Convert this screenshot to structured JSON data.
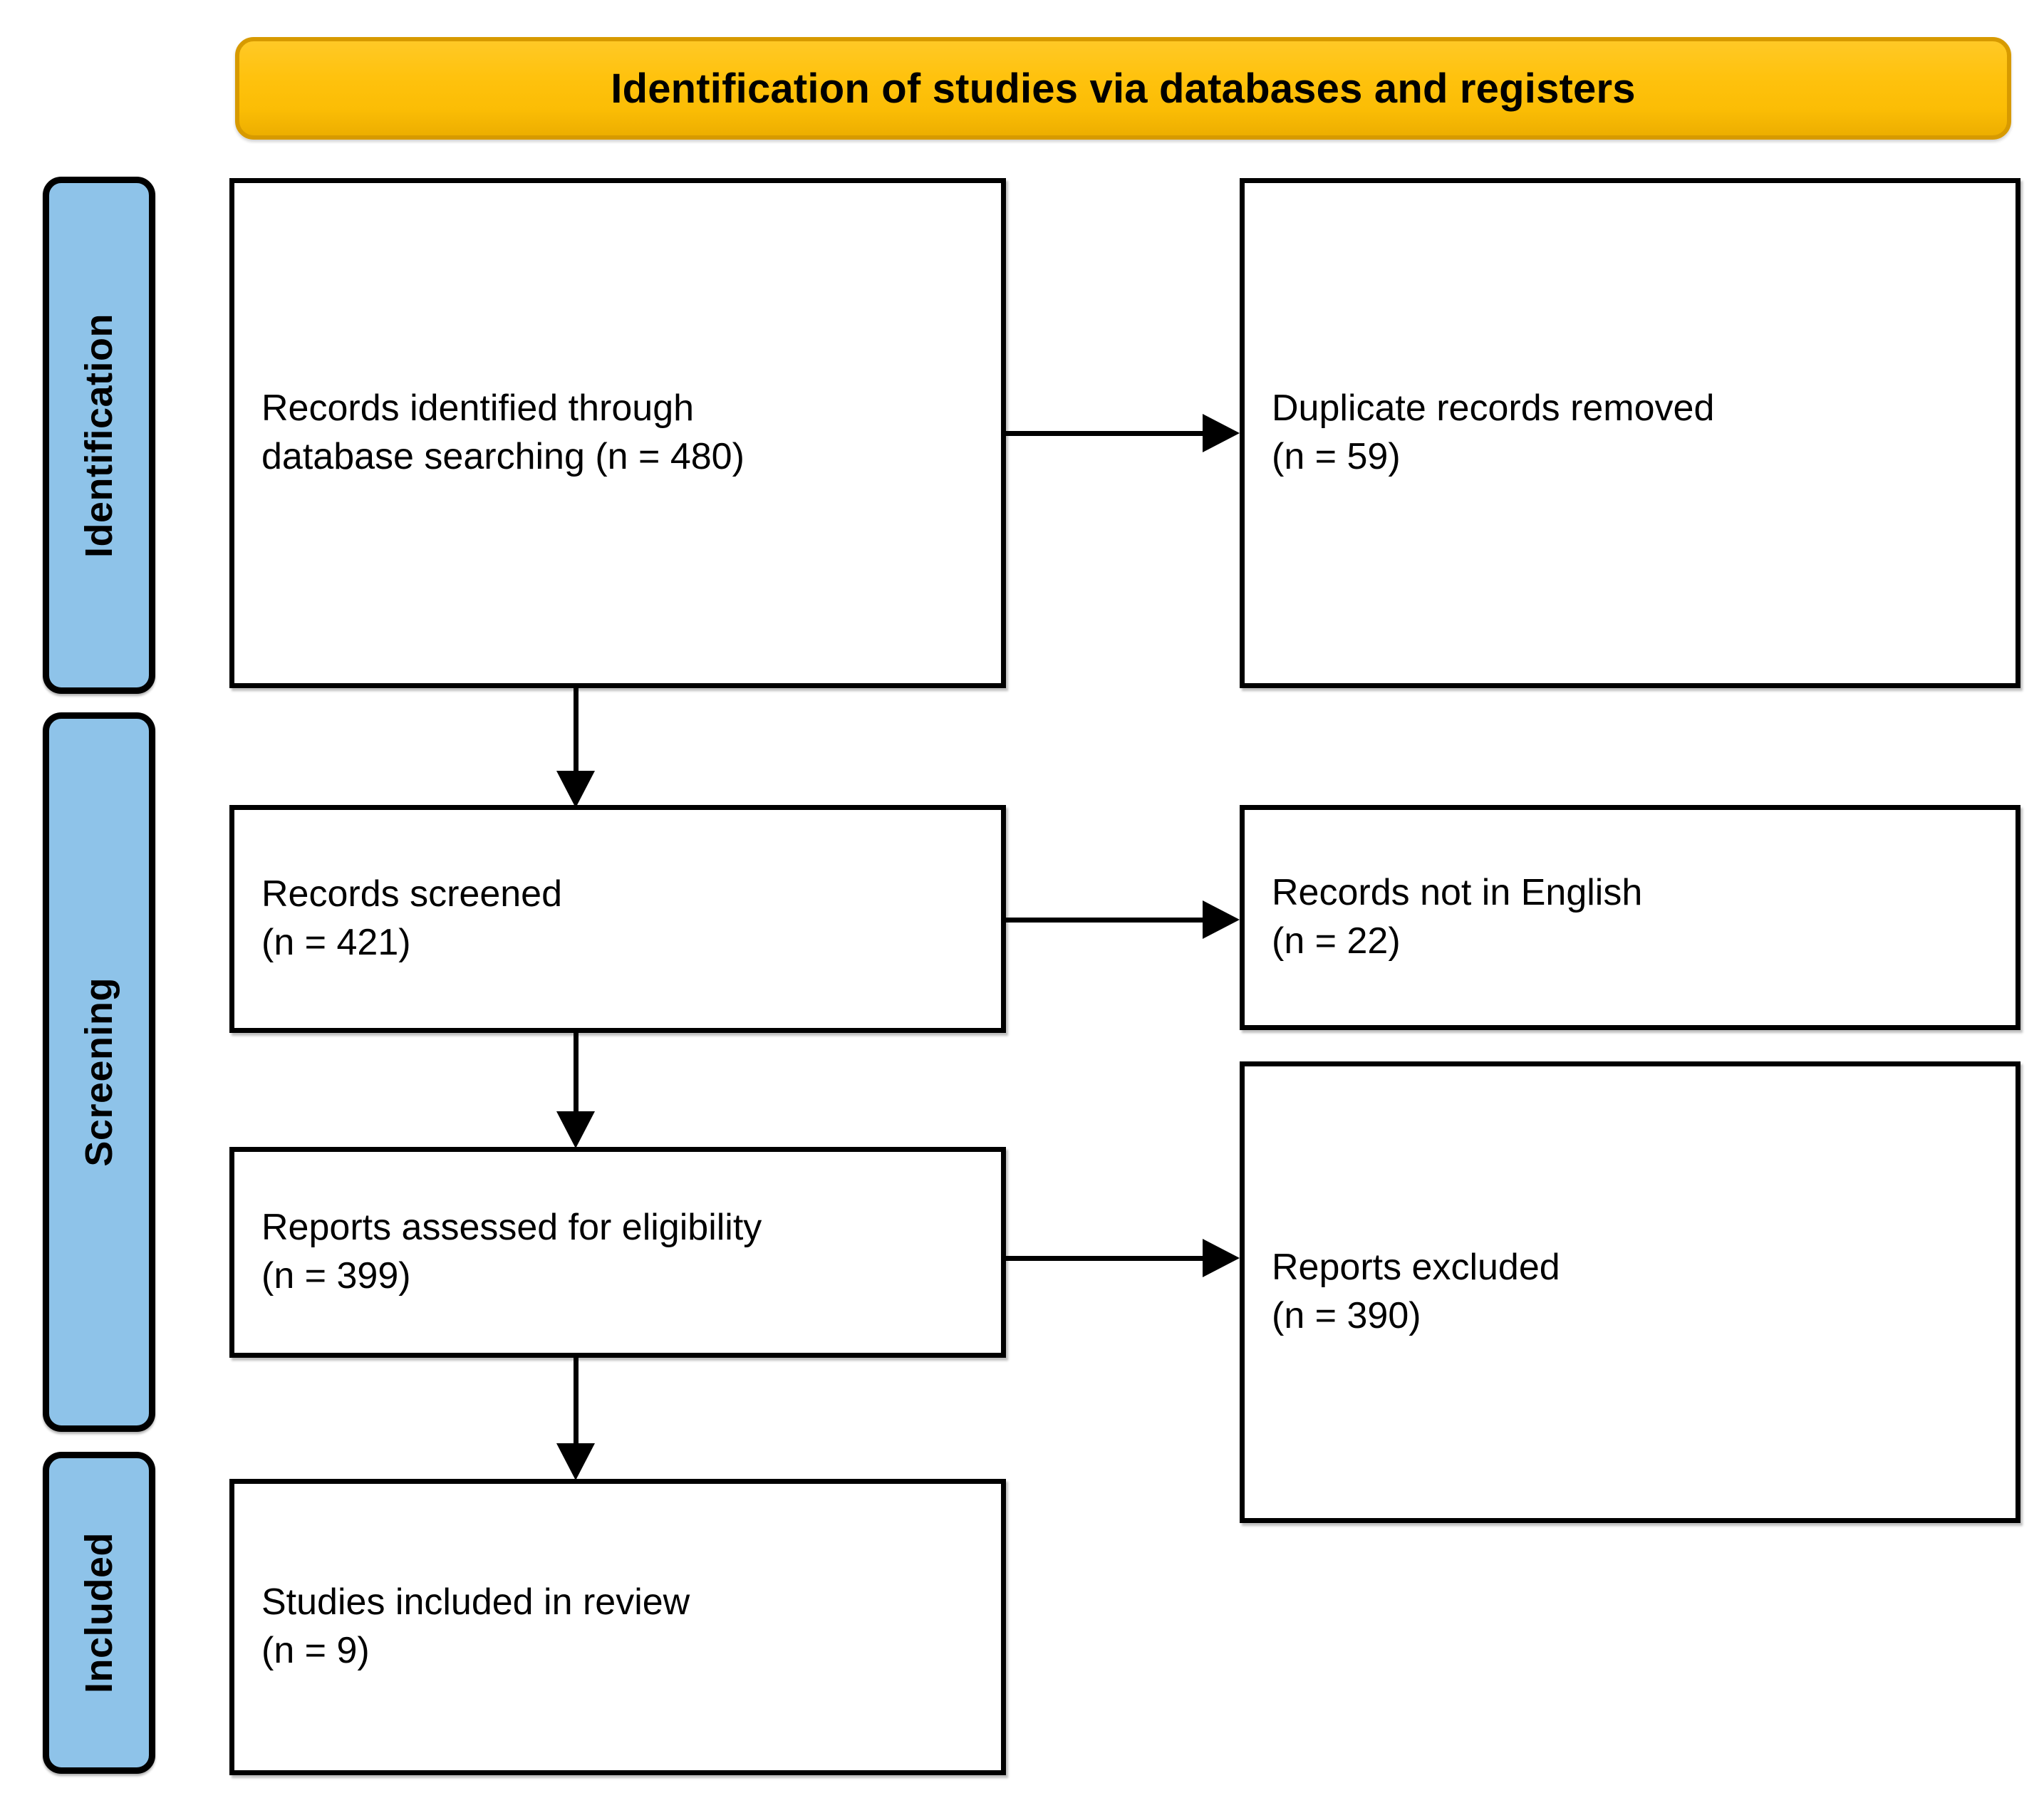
{
  "banner": {
    "title": "Identification of studies via databases and registers",
    "fill_color": "#FFC20E",
    "border_color": "#D79A00"
  },
  "stages": [
    {
      "id": "identification",
      "label": "Identification"
    },
    {
      "id": "screening",
      "label": "Screening"
    },
    {
      "id": "included",
      "label": "Included"
    }
  ],
  "stage_color": "#8EC3E9",
  "boxes": {
    "identified": {
      "line1": "Records identified through",
      "line2": "database searching (n = 480)",
      "text": "Records identified through\ndatabase searching (n = 480)",
      "count": 480
    },
    "duplicates": {
      "line1": "Duplicate records removed",
      "line2": "(n = 59)",
      "text": "Duplicate records removed\n(n = 59)",
      "count": 59
    },
    "screened": {
      "line1": "Records screened",
      "line2": "(n = 421)",
      "text": "Records screened\n(n = 421)",
      "count": 421
    },
    "not_english": {
      "line1": "Records not in English",
      "line2": "(n = 22)",
      "text": "Records not in English\n(n = 22)",
      "count": 22
    },
    "eligibility": {
      "line1": "Reports assessed for eligibility",
      "line2": "(n = 399)",
      "text": "Reports assessed for eligibility\n(n = 399)",
      "count": 399
    },
    "excluded": {
      "line1": "Reports excluded",
      "line2": " (n = 390)",
      "text": "Reports excluded\n (n = 390)",
      "count": 390
    },
    "included": {
      "line1": "Studies included in review",
      "line2": "(n = 9)",
      "text": "Studies included in review\n(n = 9)",
      "count": 9
    }
  },
  "chart_data": {
    "type": "diagram",
    "title": "Identification of studies via databases and registers",
    "nodes": [
      {
        "id": "identified",
        "stage": "Identification",
        "label": "Records identified through database searching",
        "n": 480
      },
      {
        "id": "duplicates",
        "stage": "Identification",
        "label": "Duplicate records removed",
        "n": 59
      },
      {
        "id": "screened",
        "stage": "Screening",
        "label": "Records screened",
        "n": 421
      },
      {
        "id": "not_english",
        "stage": "Screening",
        "label": "Records not in English",
        "n": 22
      },
      {
        "id": "eligibility",
        "stage": "Screening",
        "label": "Reports assessed for eligibility",
        "n": 399
      },
      {
        "id": "excluded",
        "stage": "Screening",
        "label": "Reports excluded",
        "n": 390
      },
      {
        "id": "included",
        "stage": "Included",
        "label": "Studies included in review",
        "n": 9
      }
    ],
    "edges": [
      {
        "from": "identified",
        "to": "duplicates",
        "direction": "right"
      },
      {
        "from": "identified",
        "to": "screened",
        "direction": "down"
      },
      {
        "from": "screened",
        "to": "not_english",
        "direction": "right"
      },
      {
        "from": "screened",
        "to": "eligibility",
        "direction": "down"
      },
      {
        "from": "eligibility",
        "to": "excluded",
        "direction": "right"
      },
      {
        "from": "eligibility",
        "to": "included",
        "direction": "down"
      }
    ]
  }
}
